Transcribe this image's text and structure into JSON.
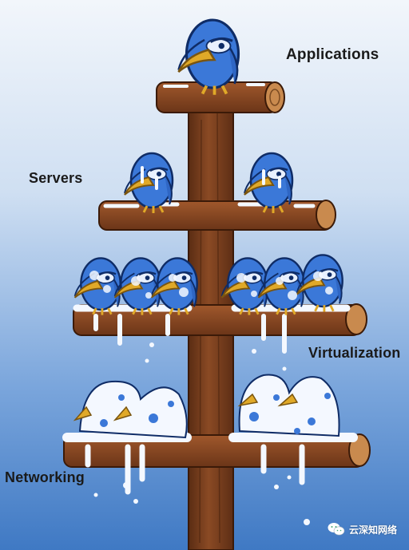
{
  "labels": {
    "applications": "Applications",
    "servers": "Servers",
    "virtualization": "Virtualization",
    "networking": "Networking"
  },
  "watermark": {
    "text": "云深知网络",
    "icon": "wechat-icon"
  },
  "colors": {
    "sky_top": "#f2f6fb",
    "sky_bottom": "#3f79c4",
    "pole": "#7a3f1f",
    "bird_blue": "#3b78d8",
    "beak": "#e0a928",
    "ice": "#f4f8ff"
  }
}
